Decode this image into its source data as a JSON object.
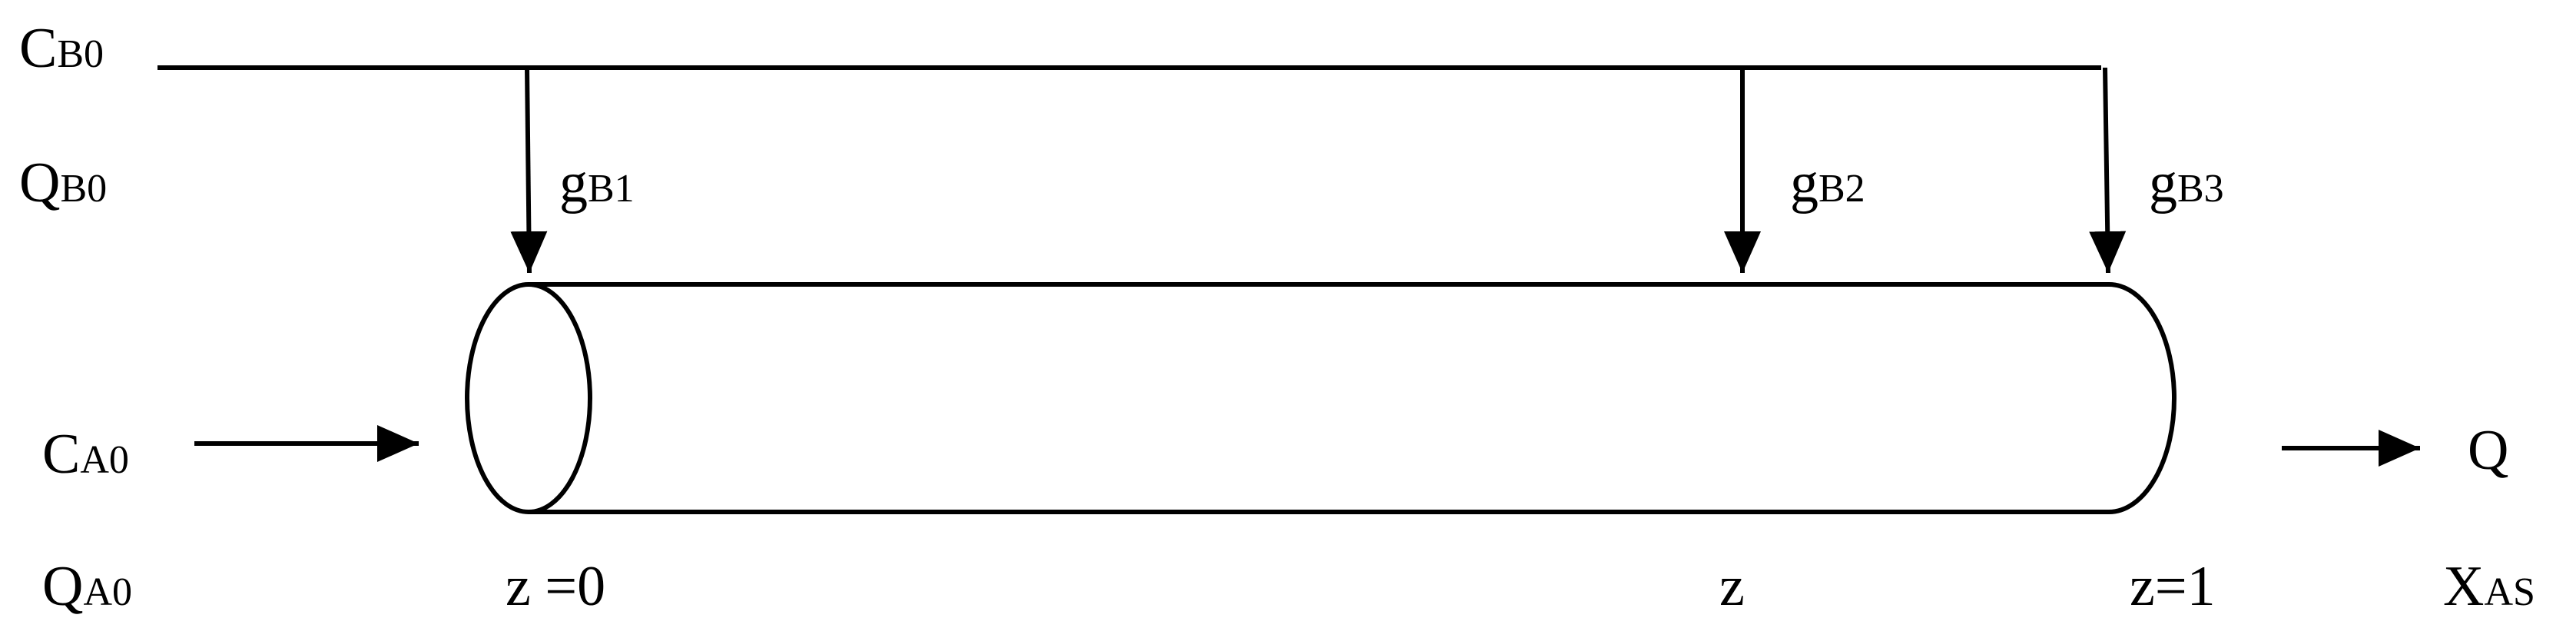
{
  "labels": {
    "cb0_main": "C",
    "cb0_sub": "B0",
    "qb0_main": "Q",
    "qb0_sub": "B0",
    "ca0_main": "C",
    "ca0_sub": "A0",
    "qa0_main": "Q",
    "qa0_sub": "A0",
    "gb1_main": "g",
    "gb1_sub": "B1",
    "gb2_main": "g",
    "gb2_sub": "B2",
    "gb3_main": "g",
    "gb3_sub": "B3",
    "q_out": "Q",
    "xas_main": "X",
    "xas_sub": "AS",
    "z0": "z =0",
    "z_mid": "z",
    "z1": "z=1"
  }
}
